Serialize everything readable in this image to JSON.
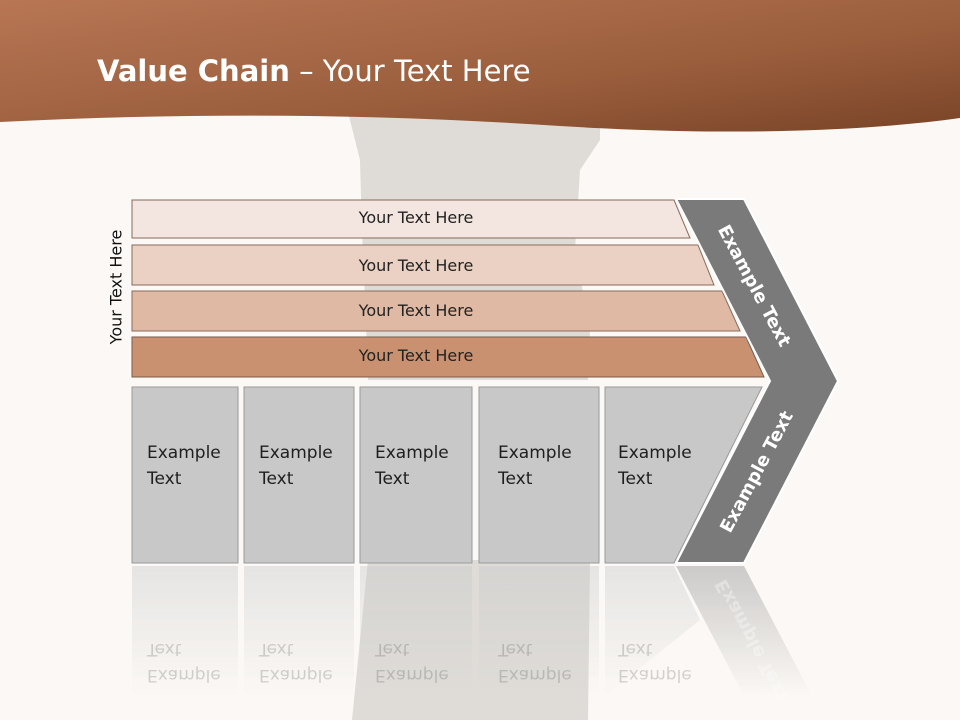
{
  "slide": {
    "title_bold": "Value Chain",
    "title_rest": " – Your Text Here",
    "side_label": "Your Text Here",
    "bars": [
      "Your Text Here",
      "Your Text Here",
      "Your Text Here",
      "Your Text Here"
    ],
    "activities": [
      {
        "line1": "Example",
        "line2": "Text"
      },
      {
        "line1": "Example",
        "line2": "Text"
      },
      {
        "line1": "Example",
        "line2": "Text"
      },
      {
        "line1": "Example",
        "line2": "Text"
      },
      {
        "line1": "Example",
        "line2": "Text"
      }
    ],
    "arrow_top": "Example Text",
    "arrow_bottom": "Example Text"
  },
  "colors": {
    "header": "#a8694a",
    "bar1": "#f3e6e0",
    "bar2": "#ead1c3",
    "bar3": "#dfb9a4",
    "bar4": "#c99170",
    "cell": "#c8c8c8",
    "arrow": "#7a7a7a"
  }
}
